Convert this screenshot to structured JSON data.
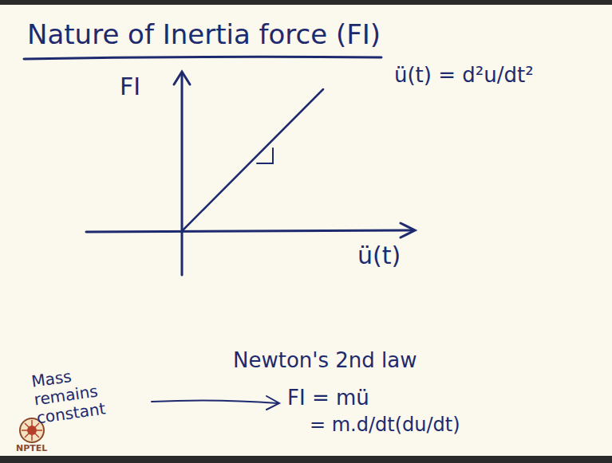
{
  "diagram": {
    "title": "Nature of Inertia force (FI)",
    "labels": [
      "FI",
      "ü(t) = d²u/dt²",
      "ü(t)",
      "Newton's 2nd law",
      "Mass remains constant",
      "FI = mü",
      "= m.d/dt(du/dt)",
      "NPTEL"
    ]
  }
}
